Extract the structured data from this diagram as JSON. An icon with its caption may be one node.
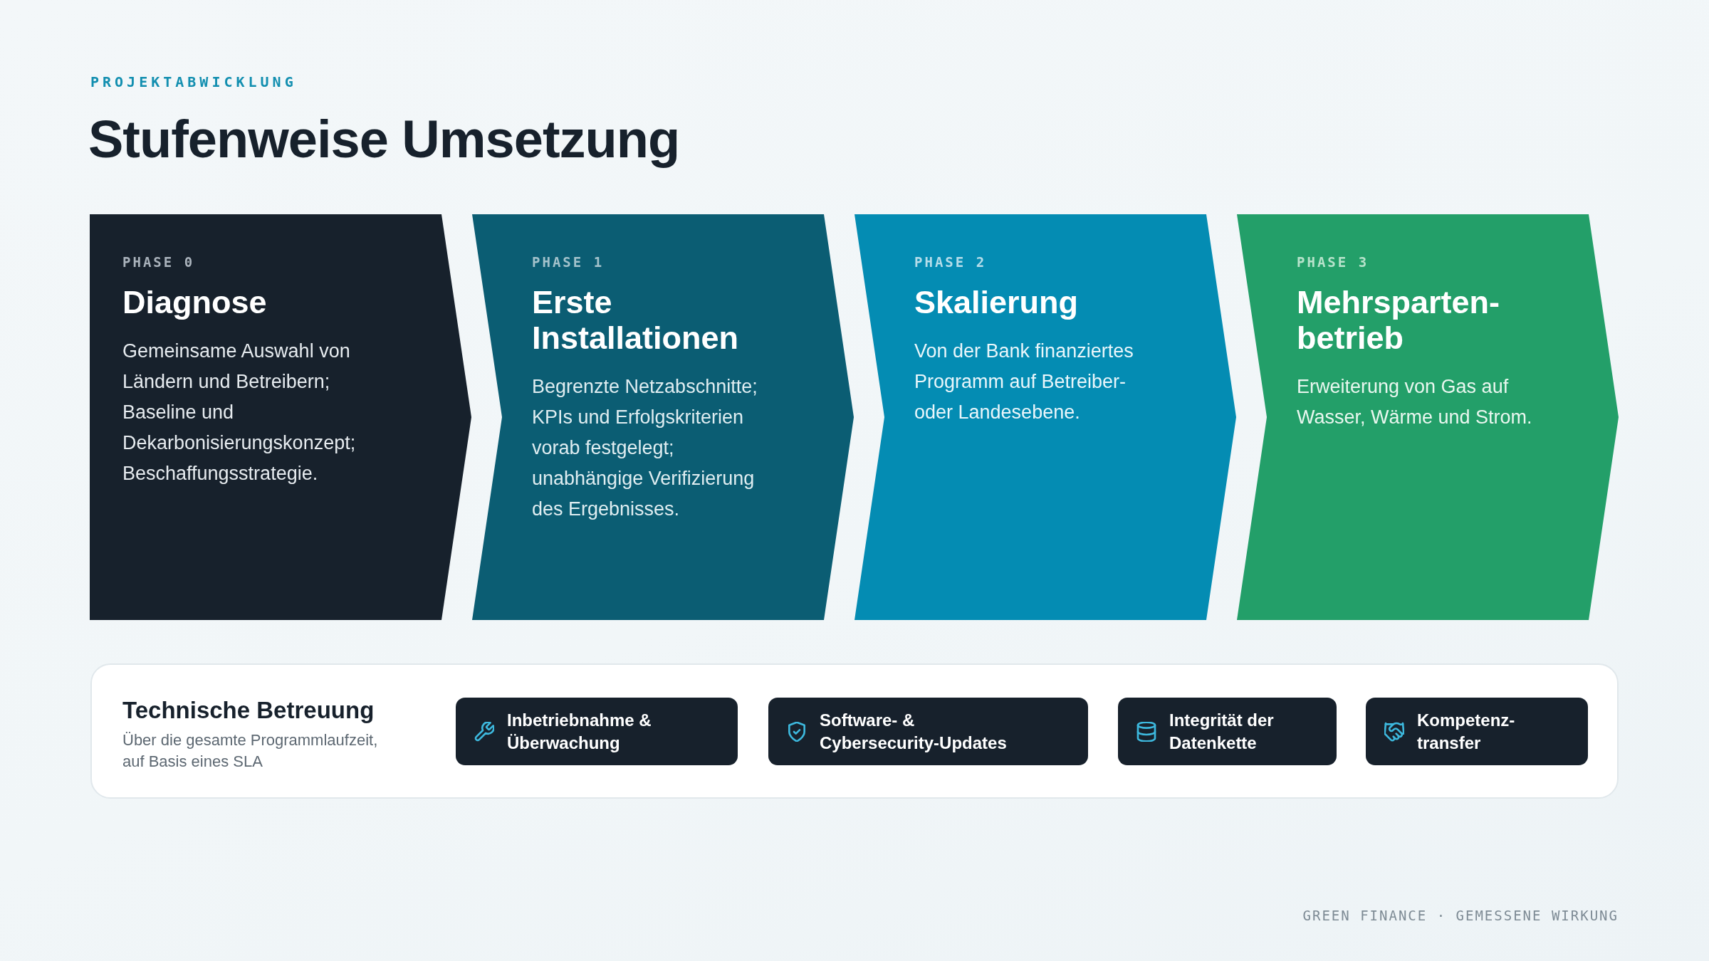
{
  "diagram": {
    "title": "Stufenweise Umsetzung",
    "nodes": [
      {
        "text": [
          "PHASE 0",
          "Diagnose",
          "Gemeinsame Auswahl von Ländern und Betreibern; Baseline und Dekarbonisierungskonzept; Beschaffungsstrategie."
        ]
      },
      {
        "text": [
          "PHASE 1",
          "Erste Installationen",
          "Begrenzte Netzabschnitte; KPIs und Erfolgskriterien vorab festgelegt; unabhängige Verifizierung des Ergebnisses."
        ]
      },
      {
        "text": [
          "PHASE 2",
          "Skalierung",
          "Von der Bank finanziertes Programm auf Betreiber- oder Landesebene."
        ]
      },
      {
        "text": [
          "PHASE 3",
          "Mehrsparten- betrieb",
          "Erweiterung von Gas auf Wasser, Wärme und Strom."
        ]
      },
      {
        "text": [
          "Technische Betreuung",
          "Über die gesamte Programmlaufzeit, auf Basis eines SLA"
        ]
      },
      {
        "text": [
          "Inbetriebnahme & Überwachung"
        ],
        "in": 4
      },
      {
        "text": [
          "Software- & Cybersecurity-Updates"
        ],
        "in": 4
      },
      {
        "text": [
          "Integrität der Datenkette"
        ],
        "in": 4
      },
      {
        "text": [
          "Kompetenz- transfer"
        ],
        "in": 4
      }
    ],
    "labels": [
      "PROJEKTABWICKLUNG",
      "GREEN FINANCE · GEMESSENE WIRKUNG"
    ]
  }
}
